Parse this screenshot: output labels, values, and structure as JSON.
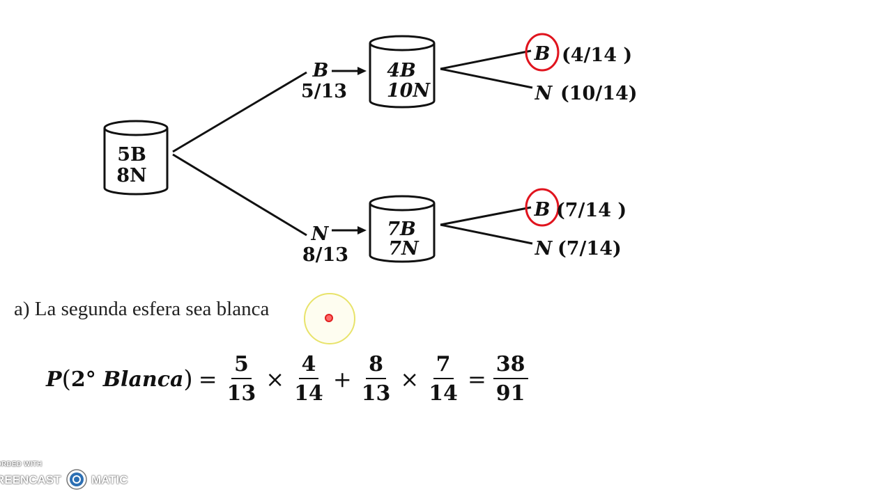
{
  "tree": {
    "root": {
      "white": "5B",
      "black": "8N"
    },
    "branch_white": {
      "label": "B",
      "prob": "5/13",
      "urn_white": "4B",
      "urn_black": "10N",
      "outcomes": [
        {
          "label": "B",
          "prob": "(4/14 )",
          "circled": true
        },
        {
          "label": "N",
          "prob": "(10/14)",
          "circled": false
        }
      ]
    },
    "branch_black": {
      "label": "N",
      "prob": "8/13",
      "urn_white": "7B",
      "urn_black": "7N",
      "outcomes": [
        {
          "label": "B",
          "prob": "(7/14 )",
          "circled": true
        },
        {
          "label": "N",
          "prob": "(7/14)",
          "circled": false
        }
      ]
    }
  },
  "question": "a) La segunda esfera sea blanca",
  "formula": {
    "lhs_p": "P",
    "lhs_open": "(",
    "lhs_arg": "2°",
    "lhs_word": "Blanca",
    "lhs_close": ")",
    "eq": "=",
    "times": "×",
    "plus": "+",
    "f1": {
      "num": "5",
      "den": "13"
    },
    "f2": {
      "num": "4",
      "den": "14"
    },
    "f3": {
      "num": "8",
      "den": "13"
    },
    "f4": {
      "num": "7",
      "den": "14"
    },
    "result": {
      "num": "38",
      "den": "91"
    }
  },
  "watermark": {
    "top": "ORDED WITH",
    "left": "REENCAST",
    "right": "MATIC"
  },
  "colors": {
    "highlight_circle": "#e0141e",
    "cursor_ring": "#e8e36a"
  }
}
